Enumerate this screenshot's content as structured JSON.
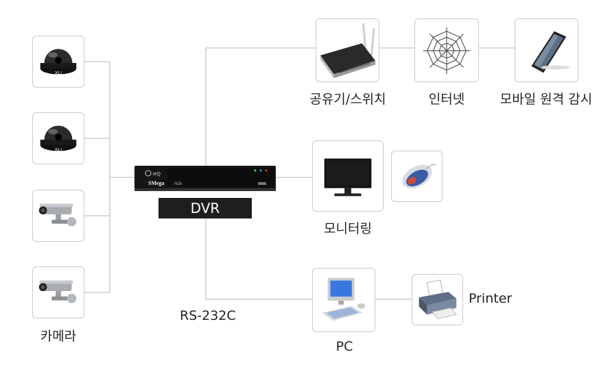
{
  "cameras": {
    "label": "카메라",
    "items": [
      "dome-camera",
      "dome-camera",
      "bullet-camera",
      "bullet-camera"
    ]
  },
  "dvr": {
    "brand": "ieQ",
    "model": "SMega",
    "front_text": "N16",
    "label": "DVR"
  },
  "network": {
    "router_label": "공유기/스위치",
    "internet_label": "인터넷",
    "mobile_label": "모바일 원격 감시"
  },
  "display": {
    "monitor_label": "모니터링",
    "accessory": "mouse"
  },
  "serial": {
    "link_label": "RS-232C",
    "pc_label": "PC",
    "printer_label": "Printer"
  },
  "colors": {
    "line": "#b5b5b5",
    "box_border": "#c9c9c9",
    "dvr_tag_bg": "#1e1e1e",
    "text": "#222222"
  }
}
